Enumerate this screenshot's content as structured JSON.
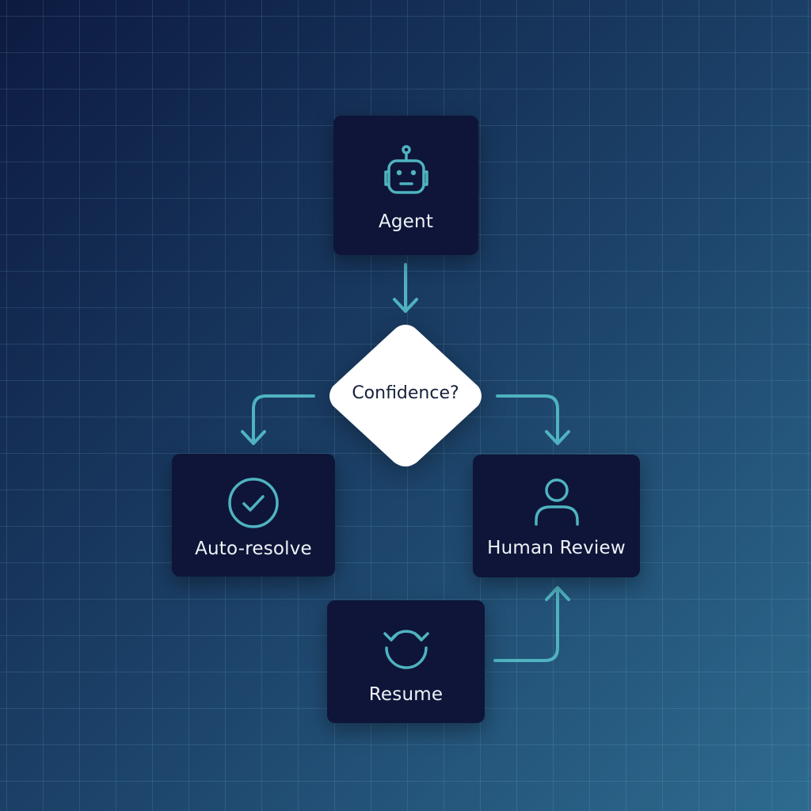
{
  "colors": {
    "accent": "#4fb3c0",
    "node_background": "#0e1538",
    "decision_background": "#ffffff",
    "label_light": "#eef3f8",
    "label_dark": "#16203a"
  },
  "nodes": {
    "agent": {
      "label": "Agent",
      "icon": "robot-icon"
    },
    "decision": {
      "label": "Confidence?"
    },
    "auto_resolve": {
      "label": "Auto-resolve",
      "icon": "check-circle-icon"
    },
    "human_review": {
      "label": "Human Review",
      "icon": "person-icon"
    },
    "resume": {
      "label": "Resume",
      "icon": "refresh-icon"
    }
  },
  "edges": [
    {
      "from": "agent",
      "to": "decision"
    },
    {
      "from": "decision",
      "to": "auto_resolve"
    },
    {
      "from": "decision",
      "to": "human_review"
    },
    {
      "from": "resume",
      "to": "human_review"
    }
  ]
}
